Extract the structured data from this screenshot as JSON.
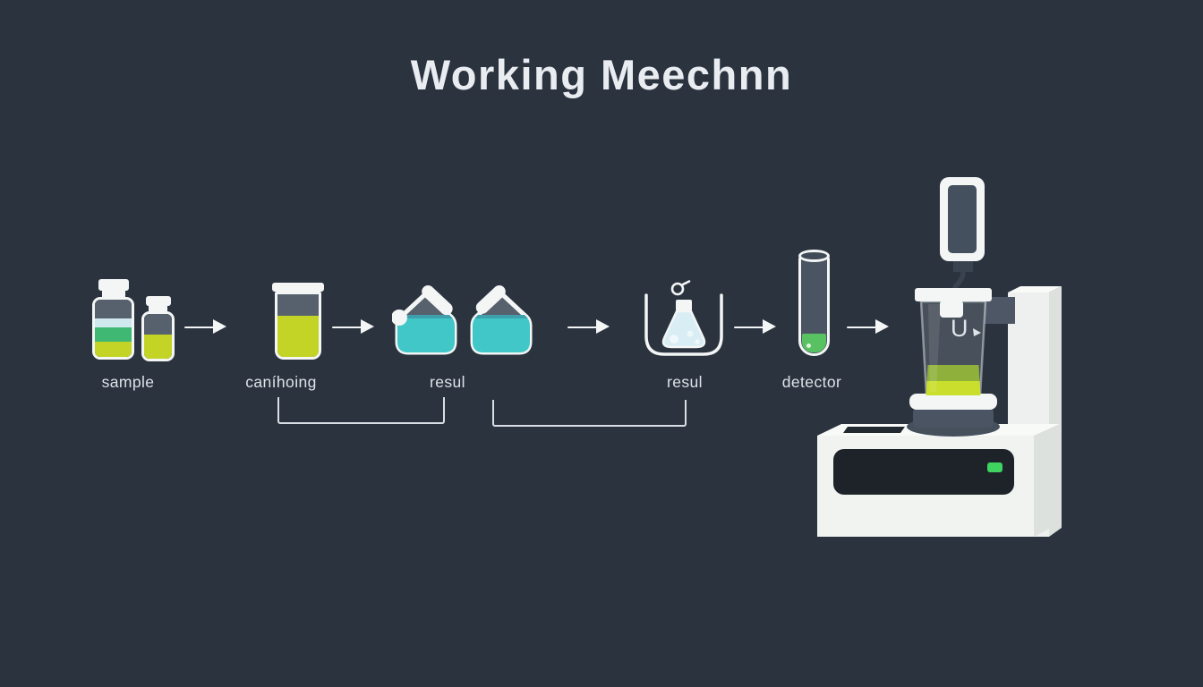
{
  "title": "Working Meechnn",
  "colors": {
    "bg": "#2b333f",
    "title_text": "#e9edf1",
    "label_text": "#dde3e8",
    "white": "#f3f6f5",
    "yellow": "#c3d427",
    "green": "#3fb873",
    "pale_blue": "#cfe9ef",
    "teal": "#41c7c8",
    "headspace": "#57616d",
    "flask_pale": "#d9edf4",
    "tube_green": "#58c263",
    "led_green": "#3ed45f",
    "panel_dark": "#1d2328",
    "machine_white": "#f1f3f1",
    "collar_gray": "#4a5462",
    "screen_dark": "#44505d",
    "cable_dark": "#39434f",
    "vessel_olive": "#8fb13c",
    "vessel_yellow": "#cade2d"
  },
  "flow": {
    "steps": [
      {
        "id": "sample",
        "icon": "sample-vials-icon",
        "label": "sample"
      },
      {
        "id": "mixing",
        "icon": "beaker-icon",
        "label": "caníhoing"
      },
      {
        "id": "result-1",
        "icon": "teal-flasks-icon",
        "label": "resul"
      },
      {
        "id": "result-2",
        "icon": "flask-in-bath-icon",
        "label": "resul"
      },
      {
        "id": "detector",
        "icon": "test-tube-icon",
        "label": "detector"
      }
    ]
  },
  "machine": {
    "vessel_label": "U"
  }
}
